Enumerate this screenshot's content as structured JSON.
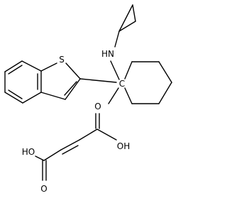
{
  "structure": {
    "atom_labels": {
      "sulfur": "S",
      "amine": "HN",
      "quaternary_carbon": "C",
      "acid_left_oh": "HO",
      "acid_right_oh": "OH",
      "acid_left_carbonyl_o": "O",
      "acid_right_carbonyl_o": "O"
    }
  }
}
